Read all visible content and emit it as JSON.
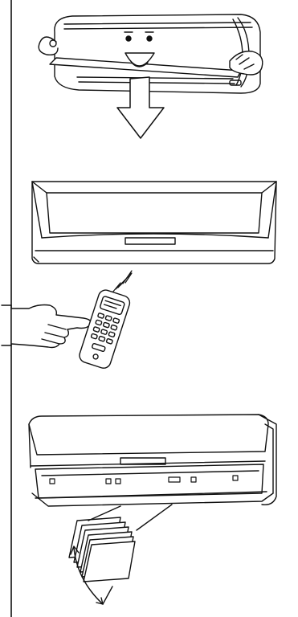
{
  "figure": {
    "panels": [
      {
        "name": "unit-with-mascot-and-arrow"
      },
      {
        "name": "front-panel-and-remote"
      },
      {
        "name": "open-unit-with-louvers"
      }
    ],
    "colors": {
      "line": "#111111",
      "background": "#ffffff"
    }
  }
}
